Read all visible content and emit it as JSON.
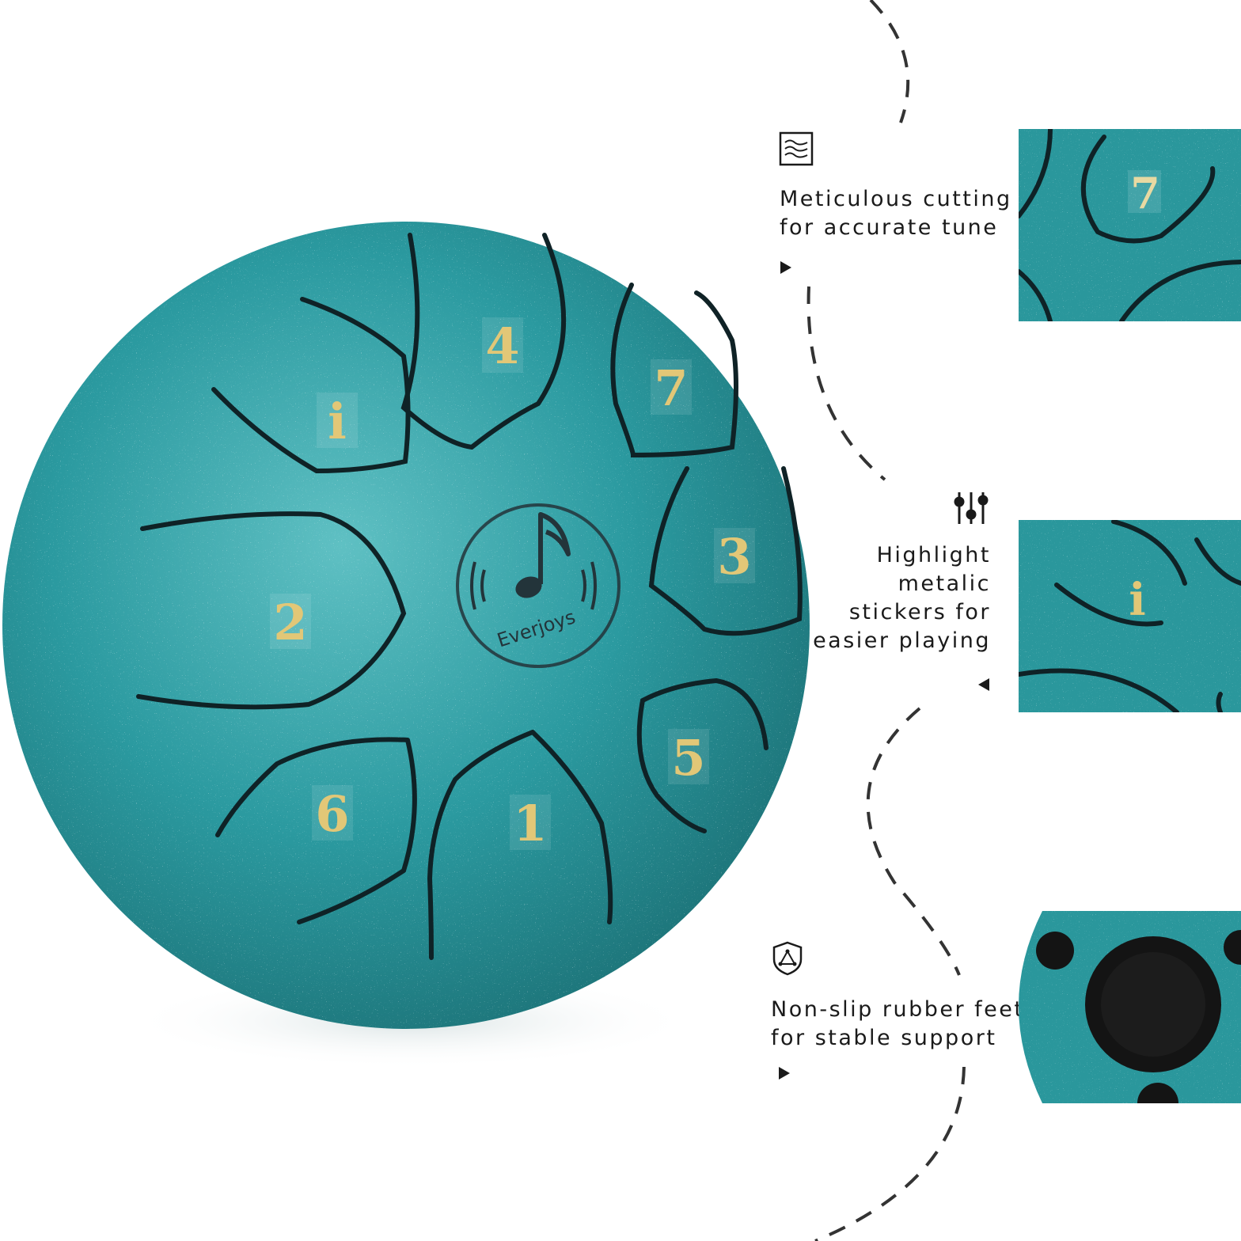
{
  "drum": {
    "brand": "Everjoys",
    "colors": {
      "base": "#2b9aa0",
      "dark": "#1d7479",
      "light": "#5cc0c4",
      "slot": "#0f2226",
      "sticker": "#e2c777"
    },
    "tongue_numbers": [
      "4",
      "7",
      "3",
      "5",
      "1",
      "6",
      "2",
      "i"
    ]
  },
  "features": [
    {
      "icon": "waves-icon",
      "lines": [
        "Meticulous cutting",
        "for accurate tune"
      ],
      "detail": "tongue-7-closeup"
    },
    {
      "icon": "sliders-icon",
      "lines": [
        "Highlight",
        "metalic",
        "stickers for",
        "easier playing"
      ],
      "detail": "sticker-i-closeup",
      "sticker": "i"
    },
    {
      "icon": "shield-icon",
      "lines": [
        "Non-slip rubber feet",
        "for stable support"
      ],
      "detail": "rubber-feet-closeup"
    }
  ],
  "closeup_numbers": {
    "top": "7",
    "middle": "i"
  }
}
